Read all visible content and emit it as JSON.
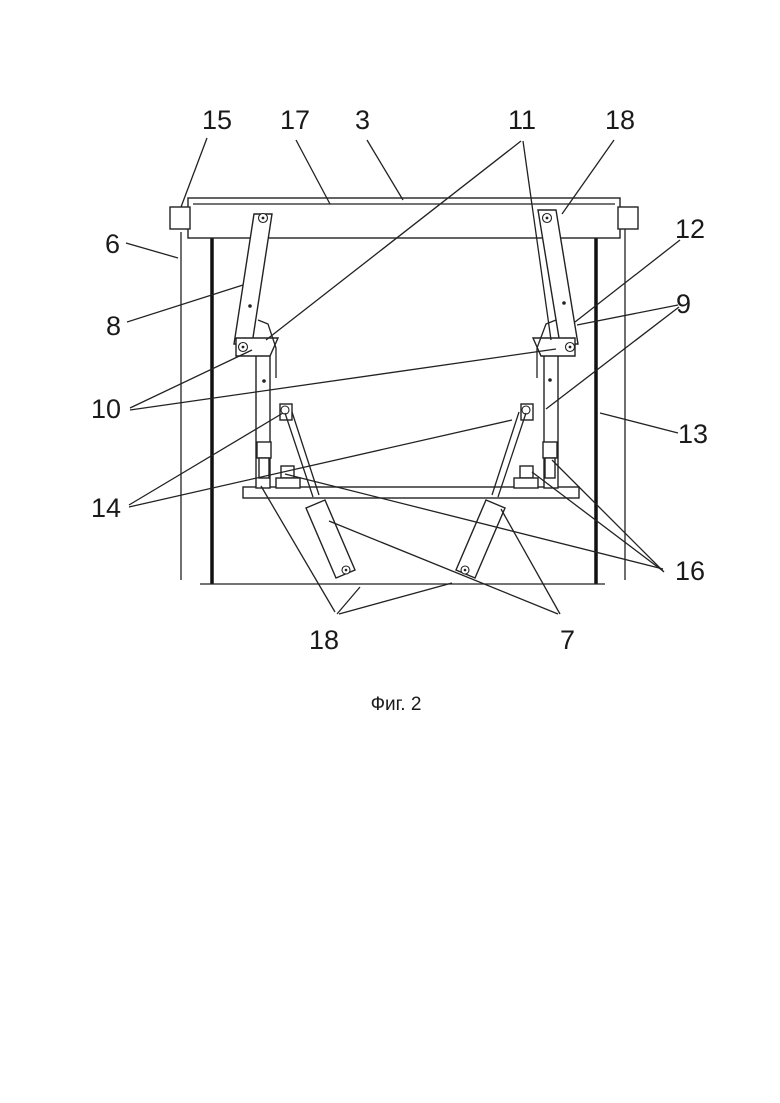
{
  "figure": {
    "caption": "Фиг. 2",
    "labels": {
      "l15": "15",
      "l17": "17",
      "l3": "3",
      "l11": "11",
      "l18_top": "18",
      "l6": "6",
      "l12": "12",
      "l8": "8",
      "l9": "9",
      "l10": "10",
      "l13": "13",
      "l14": "14",
      "l16": "16",
      "l18_bottom": "18",
      "l7": "7"
    }
  }
}
